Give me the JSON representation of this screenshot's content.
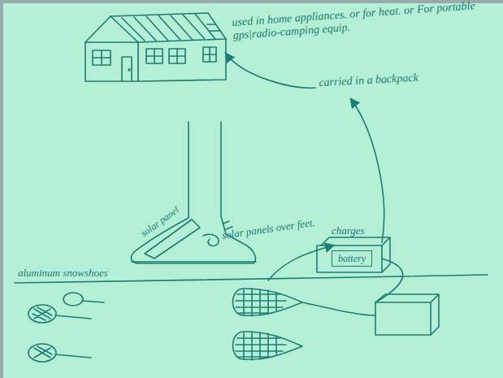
{
  "diagram": {
    "nodes": [
      {
        "text": [
          "battery"
        ]
      }
    ],
    "labels": [
      "used in home appliances. or for heat. or For portable gps|radio-camping equip.",
      "carried in a backpack",
      "solar panel",
      "solar panels over feet.",
      "charges",
      "aluminum snowshoes"
    ]
  }
}
